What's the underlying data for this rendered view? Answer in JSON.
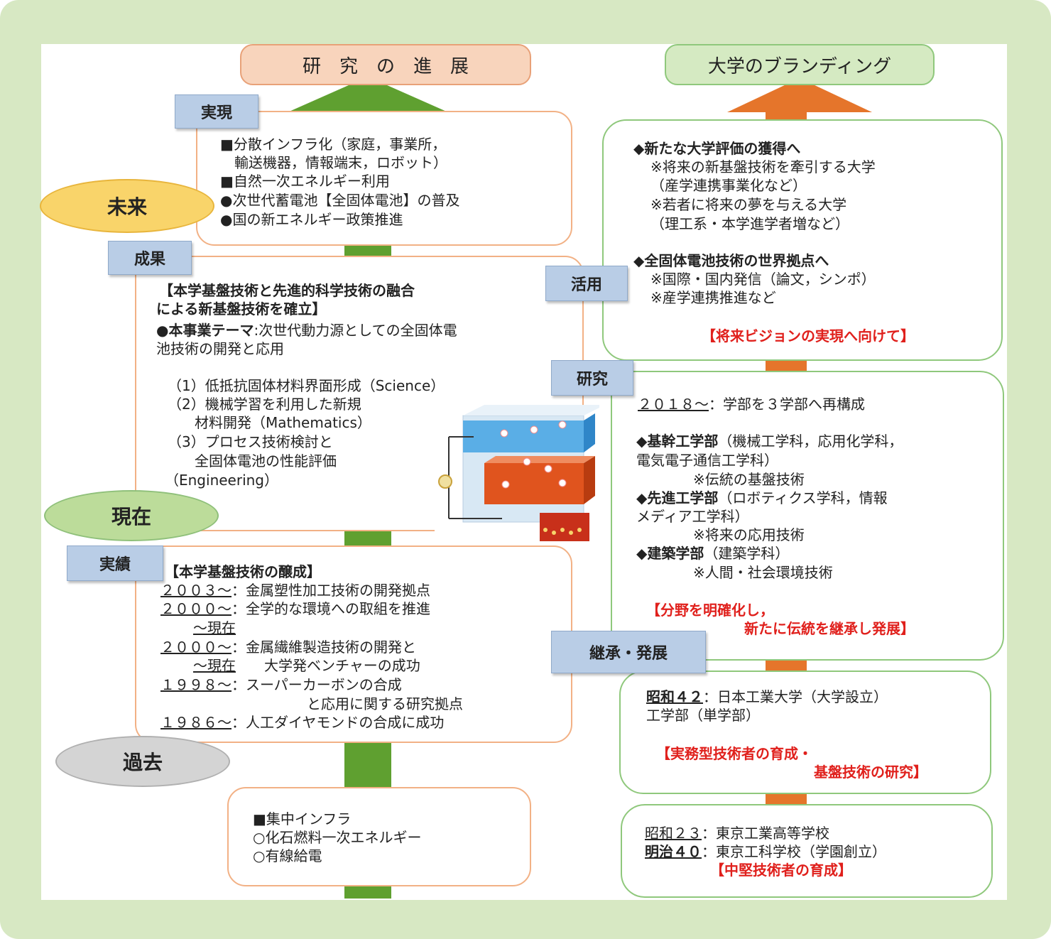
{
  "headers": {
    "left": "研　究　の　進　展",
    "right": "大学のブランディング"
  },
  "ovals": {
    "mirai": "未来",
    "genzai": "現在",
    "kako": "過去"
  },
  "tags": {
    "jitsugen": "実現",
    "seika": "成果",
    "katsuyou": "活用",
    "kenkyu": "研究",
    "jisseki": "実績",
    "keisho": "継承・発展"
  },
  "jitsugen_box": [
    "■分散インフラ化（家庭，事業所，",
    "　輸送機器，情報端末，ロボット）",
    "■自然一次エネルギー利用",
    "●次世代蓄電池【全固体電池】の普及",
    "●国の新エネルギー政策推進"
  ],
  "seika_box": {
    "heading1": "【本学基盤技術と先進的科学技術の融合",
    "heading2": "による新基盤技術を確立】",
    "theme1": "●本事業テーマ:次世代動力源としての全固体電",
    "theme2": "池技術の開発と応用",
    "items": [
      "（1）低抵抗固体材料界面形成（Science）",
      "（2）機械学習を利用した新規",
      "　材料開発（Mathematics）",
      "（3）プロセス技術検討と",
      "　全固体電池の性能評価",
      "（Engineering）"
    ]
  },
  "jisseki_box": {
    "heading": "【本学基盤技術の醸成】",
    "rows": [
      {
        "year": "２００３～",
        "text": "：金属塑性加工技術の開発拠点"
      },
      {
        "year": "２０００～",
        "text": "：全学的な環境への取組を推進"
      },
      {
        "year": "～現在",
        "text": ""
      },
      {
        "year": "２０００～",
        "text": "：金属繊維製造技術の開発と"
      },
      {
        "year": "～現在",
        "text": "　　大学発ベンチャーの成功"
      },
      {
        "year": "１９９８～",
        "text": "：スーパーカーボンの合成"
      },
      {
        "year": "",
        "text": "　と応用に関する研究拠点"
      },
      {
        "year": "１９８６～",
        "text": "：人工ダイヤモンドの合成に成功"
      }
    ]
  },
  "past_box": [
    "■集中インフラ",
    "○化石燃料一次エネルギー",
    "○有線給電"
  ],
  "katsuyou_box": {
    "h1": "◆新たな大学評価の獲得へ",
    "l1": "※将来の新基盤技術を牽引する大学",
    "l2": "（産学連携事業化など）",
    "l3": "※若者に将来の夢を与える大学",
    "l4": "（理工系・本学進学者増など）",
    "h2": "◆全固体電池技術の世界拠点へ",
    "l5": "※国際・国内発信（論文，シンポ）",
    "l6": "※産学連携推進など",
    "red": "【将来ビジョンの実現へ向けて】"
  },
  "kenkyu_box": {
    "year": "２０１８～",
    "yeartext": "：学部を３学部へ再構成",
    "a1b": "◆基幹工学部",
    "a1": "（機械工学科，応用化学科，",
    "a2": "電気電子通信工学科）",
    "a3": "※伝統の基盤技術",
    "b1b": "◆先進工学部",
    "b1": "（ロボティクス学科，情報",
    "b2": "メディア工学科）",
    "b3": "※将来の応用技術",
    "c1b": "◆建築学部",
    "c1": "（建築学科）",
    "c2": "※人間・社会環境技術",
    "red1": "【分野を明確化し，",
    "red2": "新たに伝統を継承し発展】"
  },
  "keisho_box": {
    "l1b": "昭和４２",
    "l1": "：日本工業大学（大学設立）",
    "l2": "工学部（単学部）",
    "red1": "【実務型技術者の育成・",
    "red2": "基盤技術の研究】"
  },
  "bottom_box": {
    "l1a": "昭和２３",
    "l1": "：東京工業高等学校",
    "l2a": "明治４０",
    "l2": "：東京工科学校（学園創立）",
    "red": "【中堅技術者の育成】"
  },
  "colors": {
    "frame": "#d7e8c3",
    "green_arrow": "#5fa030",
    "orange_arrow": "#e5752b",
    "tag": "#b9cde6",
    "red_text": "#e0201c"
  }
}
